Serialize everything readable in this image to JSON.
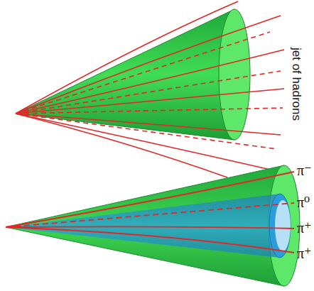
{
  "diagram": {
    "labels": [
      "jet of hadrons",
      "π⁻",
      "π⁰",
      "π⁺",
      "π⁺"
    ]
  }
}
